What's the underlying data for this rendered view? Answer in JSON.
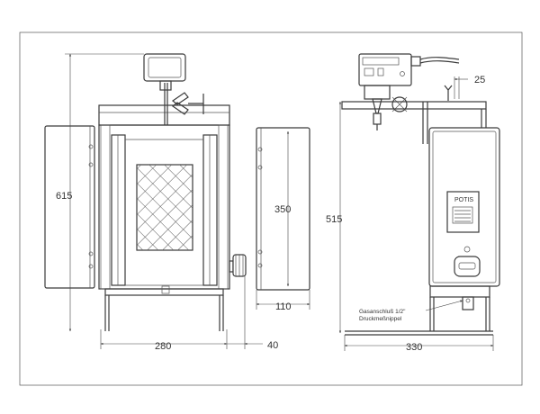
{
  "dimensions": {
    "front_height": "615",
    "front_width": "280",
    "door_height": "350",
    "door_width": "110",
    "knob_offset": "40",
    "side_height": "515",
    "side_depth": "330",
    "top_offset": "25"
  },
  "labels": {
    "brand_plate": "POTIS",
    "gas_connection_line1": "Gasanschluß 1/2\"",
    "gas_connection_line2": "Druckmeßnippel"
  },
  "colors": {
    "line": "#3a3a3a",
    "background": "#ffffff"
  }
}
